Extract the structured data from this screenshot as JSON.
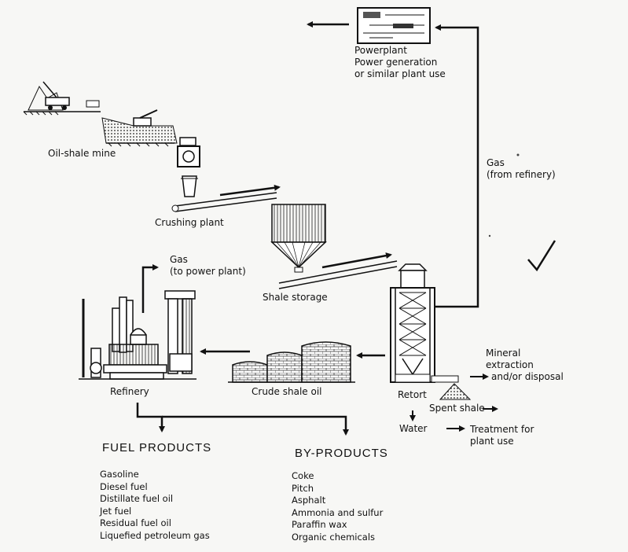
{
  "labels": {
    "powerplant": "Powerplant",
    "power_generation": "Power generation",
    "plant_use": "or similar plant use",
    "gas_refinery": "Gas",
    "gas_refinery_sub": "(from refinery)",
    "mine": "Oil-shale mine",
    "crushing": "Crushing plant",
    "gas_power": "Gas",
    "gas_power_sub": "(to power plant)",
    "shale_storage": "Shale storage",
    "refinery": "Refinery",
    "crude": "Crude shale oil",
    "retort": "Retort",
    "water": "Water",
    "mineral1": "Mineral",
    "mineral2": "extraction",
    "mineral3": "and/or disposal",
    "spent_shale": "Spent shale",
    "treatment1": "Treatment for",
    "treatment2": "plant use"
  },
  "fuel_products": {
    "title": "FUEL PRODUCTS",
    "items": [
      "Gasoline",
      "Diesel fuel",
      "Distillate fuel oil",
      "Jet fuel",
      "Residual fuel oil",
      "Liquefied petroleum gas"
    ]
  },
  "by_products": {
    "title": "BY-PRODUCTS",
    "items": [
      "Coke",
      "Pitch",
      "Asphalt",
      "Ammonia and sulfur",
      "Paraffin wax",
      "Organic chemicals"
    ]
  }
}
